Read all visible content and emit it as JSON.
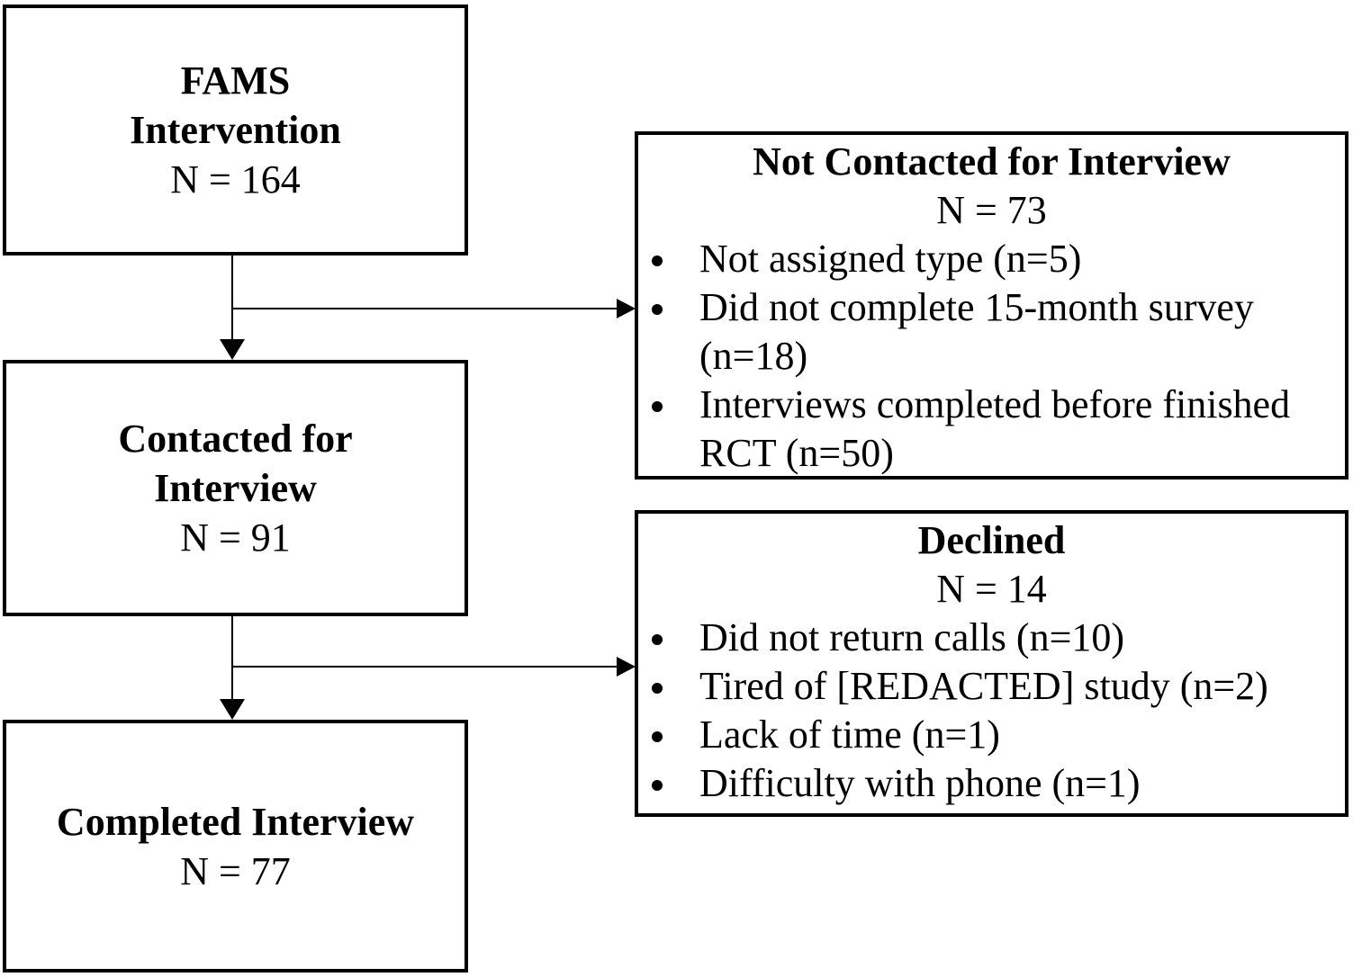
{
  "colors": {
    "ink": "#000000",
    "background": "#ffffff"
  },
  "boxes": {
    "fams": {
      "lines": [
        "FAMS",
        "Intervention"
      ],
      "n": "N = 164"
    },
    "contacted": {
      "lines": [
        "Contacted for",
        "Interview"
      ],
      "n": "N = 91"
    },
    "completed": {
      "lines": [
        "Completed Interview"
      ],
      "n": "N = 77"
    },
    "not_contacted": {
      "title": "Not Contacted for Interview",
      "n": "N = 73",
      "bullets": [
        "Not assigned type (n=5)",
        "Did not complete 15-month survey (n=18)",
        "Interviews completed before finished RCT (n=50)"
      ]
    },
    "declined": {
      "title": "Declined",
      "n": "N = 14",
      "bullets": [
        "Did not return calls (n=10)",
        "Tired of [REDACTED] study (n=2)",
        "Lack of time (n=1)",
        "Difficulty with phone (n=1)"
      ]
    }
  }
}
